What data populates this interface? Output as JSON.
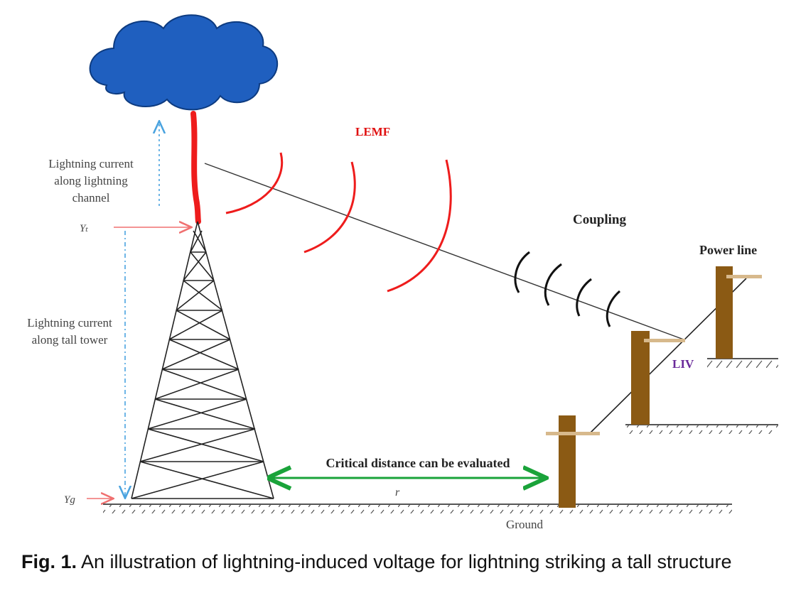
{
  "labels": {
    "lemf": "LEMF",
    "coupling": "Coupling",
    "power_line": "Power line",
    "liv": "LIV",
    "current_channel": [
      "Lightning current",
      "along lightning",
      "channel"
    ],
    "current_tower": [
      "Lightning current",
      "along tall tower"
    ],
    "y_top": "Yₜ",
    "y_ground": "Yg",
    "critical_distance": "Critical distance can be evaluated",
    "distance_symbol": "r",
    "ground": "Ground"
  },
  "caption": {
    "prefix": "Fig. 1.",
    "text": " An illustration of lightning-induced voltage for lightning striking a tall structure"
  },
  "colors": {
    "cloud_fill": "#1f5fbf",
    "cloud_stroke": "#0d3b80",
    "channel": "#ee1c1c",
    "lemf_wave": "#ee1c1c",
    "coupling_wave": "#111111",
    "pole": "#8b5a14",
    "pole_crossarm": "#d7b98c",
    "distance_arrow": "#1aa33a",
    "current_arrow": "#4aa3df",
    "y_arrow": "#f07070",
    "liv_text": "#6a2a9a",
    "lemf_text": "#e01010"
  }
}
